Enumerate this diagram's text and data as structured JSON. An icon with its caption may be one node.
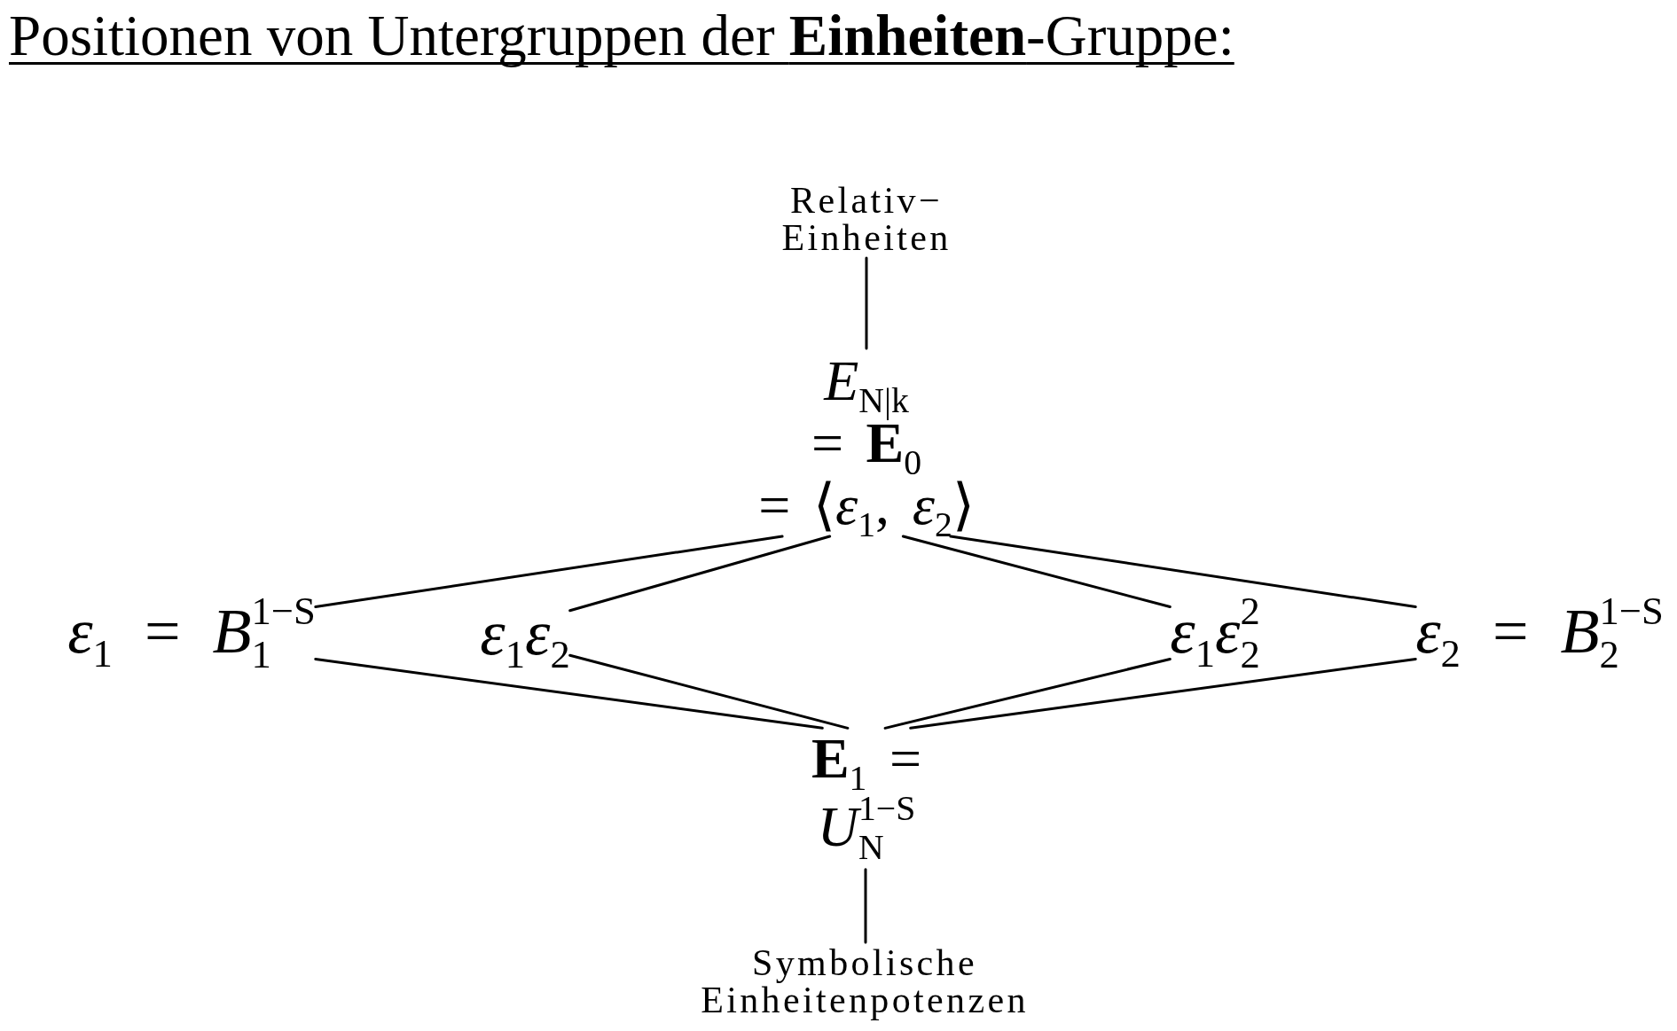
{
  "diagram": {
    "title": "Positionen von Untergruppen der **Einheiten**-Gruppe:",
    "nodes": [
      {
        "text": [
          "Relativ− Einheiten"
        ]
      },
      {
        "text": [
          "*E*$_{N|k}$ = **E**$_{0}$ = ⟨*ε*$_{1}$, *ε*$_{2}$⟩"
        ]
      },
      {
        "text": [
          "*ε*$_{1}$ = *B*$_{1}$$^{1−S}$"
        ]
      },
      {
        "text": [
          "*ε*$_{1}$*ε*$_{2}$"
        ]
      },
      {
        "text": [
          "*ε*$_{1}$*ε*$_{2}$$^{2}$"
        ]
      },
      {
        "text": [
          "*ε*$_{2}$ = *B*$_{2}$$^{1−S}$"
        ]
      },
      {
        "text": [
          "**E**$_{1}$ = *U*$_{N}$$^{1−S}$"
        ]
      },
      {
        "text": [
          "Symbolische Einheitenpotenzen"
        ]
      }
    ],
    "edges": [
      {
        "from": 0,
        "to": 1,
        "arrow": "none"
      },
      {
        "from": 2,
        "to": 1,
        "arrow": "none"
      },
      {
        "from": 2,
        "to": 6,
        "arrow": "none"
      },
      {
        "from": 3,
        "to": 1,
        "arrow": "none"
      },
      {
        "from": 3,
        "to": 6,
        "arrow": "none"
      },
      {
        "from": 4,
        "to": 1,
        "arrow": "none"
      },
      {
        "from": 4,
        "to": 6,
        "arrow": "none"
      },
      {
        "from": 5,
        "to": 1,
        "arrow": "none"
      },
      {
        "from": 5,
        "to": 6,
        "arrow": "none"
      },
      {
        "from": 7,
        "to": 6,
        "arrow": "none"
      }
    ]
  }
}
